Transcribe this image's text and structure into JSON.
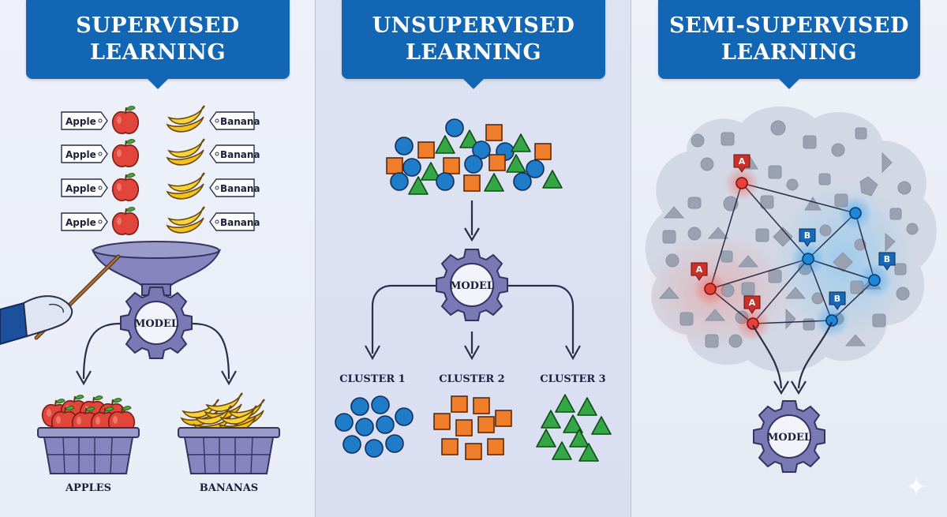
{
  "panels": {
    "supervised": {
      "title_line1": "SUPERVISED",
      "title_line2": "LEARNING",
      "labels": {
        "apple": "Apple",
        "banana": "Banana"
      },
      "model": "MODEL",
      "output_apples": "APPLES",
      "output_bananas": "BANANAS"
    },
    "unsupervised": {
      "title_line1": "UNSUPERVISED",
      "title_line2": "LEARNING",
      "model": "MODEL",
      "clusters": [
        "CLUSTER 1",
        "CLUSTER 2",
        "CLUSTER 3"
      ]
    },
    "semi": {
      "title_line1": "SEMI-SUPERVISED",
      "title_line2": "LEARNING",
      "model": "MODEL",
      "marker_a": "A",
      "marker_b": "B"
    }
  },
  "colors": {
    "banner": "#1266b4",
    "apple_red": "#e2453a",
    "banana_yellow": "#f4c21a",
    "circle_blue": "#1f7cc9",
    "square_orange": "#ef7d2a",
    "triangle_green": "#34a645",
    "gear_purple": "#7a79b6",
    "node_red": "#e8413a",
    "node_blue": "#1c88d9"
  }
}
